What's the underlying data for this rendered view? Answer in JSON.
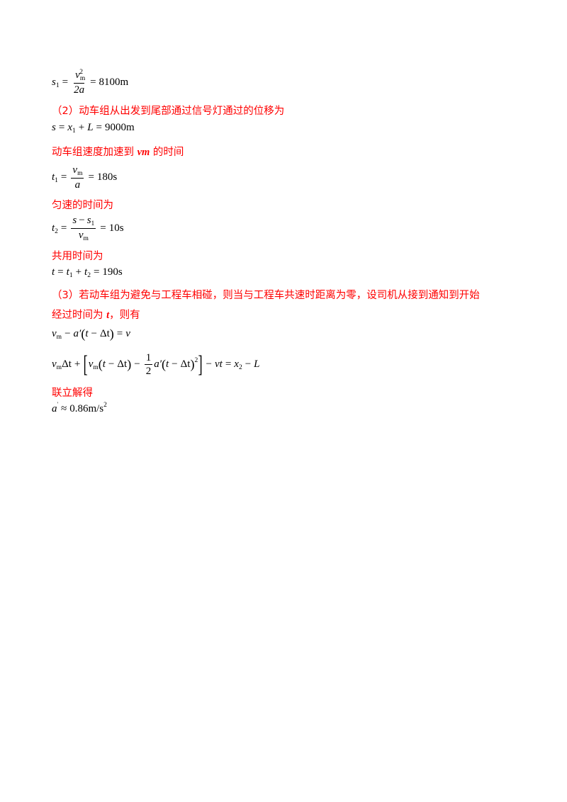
{
  "eq_s1": {
    "lhs": "s",
    "lhs_sub": "1",
    "num_v": "v",
    "num_sub": "m",
    "num_sup": "2",
    "den": "2a",
    "result": "8100m"
  },
  "part2_heading": "（2）动车组从出发到尾部通过信号灯通过的位移为",
  "eq_s": {
    "lhs": "s",
    "x": "x",
    "x_sub": "1",
    "L": "L",
    "result": "9000m"
  },
  "text_accel": {
    "prefix": "动车组速度加速到 ",
    "vm": "vm",
    "suffix": " 的时间"
  },
  "eq_t1": {
    "lhs": "t",
    "lhs_sub": "1",
    "num_v": "v",
    "num_sub": "m",
    "den": "a",
    "result": "180s"
  },
  "text_uniform": "匀速的时间为",
  "eq_t2": {
    "lhs": "t",
    "lhs_sub": "2",
    "num_s": "s",
    "num_s1": "s",
    "num_s1_sub": "1",
    "den_v": "v",
    "den_sub": "m",
    "result": "10s"
  },
  "text_total": "共用时间为",
  "eq_t": {
    "lhs": "t",
    "t1": "t",
    "t1_sub": "1",
    "t2": "t",
    "t2_sub": "2",
    "result": "190s"
  },
  "part3_heading_line1": "（3）若动车组为避免与工程车相碰，则当与工程车共速时距离为零，设司机从接到通知到开始",
  "part3_heading_line2_prefix": "经过时间为 ",
  "part3_heading_line2_t": "t",
  "part3_heading_line2_suffix": "，则有",
  "eq_v": {
    "v": "v",
    "v_sub": "m",
    "a": "a′",
    "t": "t",
    "dt": "Δt",
    "rhs": "v"
  },
  "eq_x": {
    "v": "v",
    "v_sub": "m",
    "dt": "Δt",
    "t": "t",
    "half_num": "1",
    "half_den": "2",
    "a": "a′",
    "sq": "2",
    "vt": "vt",
    "x": "x",
    "x_sub": "2",
    "L": "L"
  },
  "text_solve": "联立解得",
  "eq_final": {
    "a": "a",
    "prime": "'",
    "approx": "≈",
    "value": "0.86m/s",
    "sup": "2"
  }
}
